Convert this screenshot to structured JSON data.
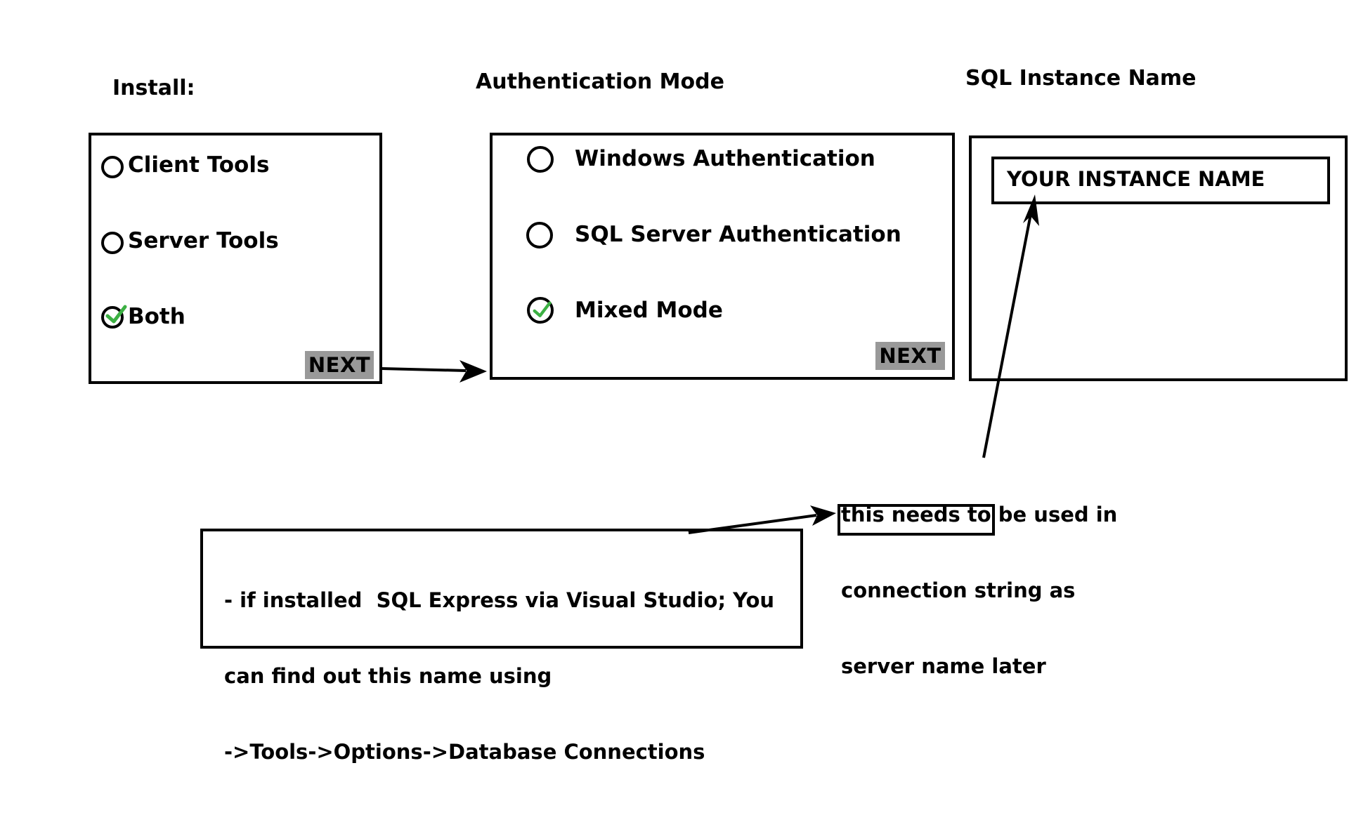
{
  "install": {
    "title": "Install:",
    "options": [
      {
        "label": "Client Tools",
        "checked": false
      },
      {
        "label": "Server Tools",
        "checked": false
      },
      {
        "label": "Both",
        "checked": true
      }
    ],
    "next_label": "NEXT"
  },
  "auth": {
    "title": "Authentication Mode",
    "options": [
      {
        "label": "Windows Authentication",
        "checked": false
      },
      {
        "label": "SQL Server Authentication",
        "checked": false
      },
      {
        "label": "Mixed Mode",
        "checked": true
      }
    ],
    "next_label": "NEXT"
  },
  "instance": {
    "title": "SQL Instance Name",
    "value": "YOUR INSTANCE NAME"
  },
  "note_connection": {
    "line1": "this needs to be used in",
    "line2": "connection string as",
    "line3_boxed": "server name",
    "line3_rest": " later"
  },
  "note_vs": {
    "line1": "- if installed  SQL Express via Visual Studio; You",
    "line2": "can find out this name using",
    "line3": "->Tools->Options->Database Connections"
  },
  "colors": {
    "check": "#3cb043",
    "button": "#999999",
    "stroke": "#000000"
  }
}
